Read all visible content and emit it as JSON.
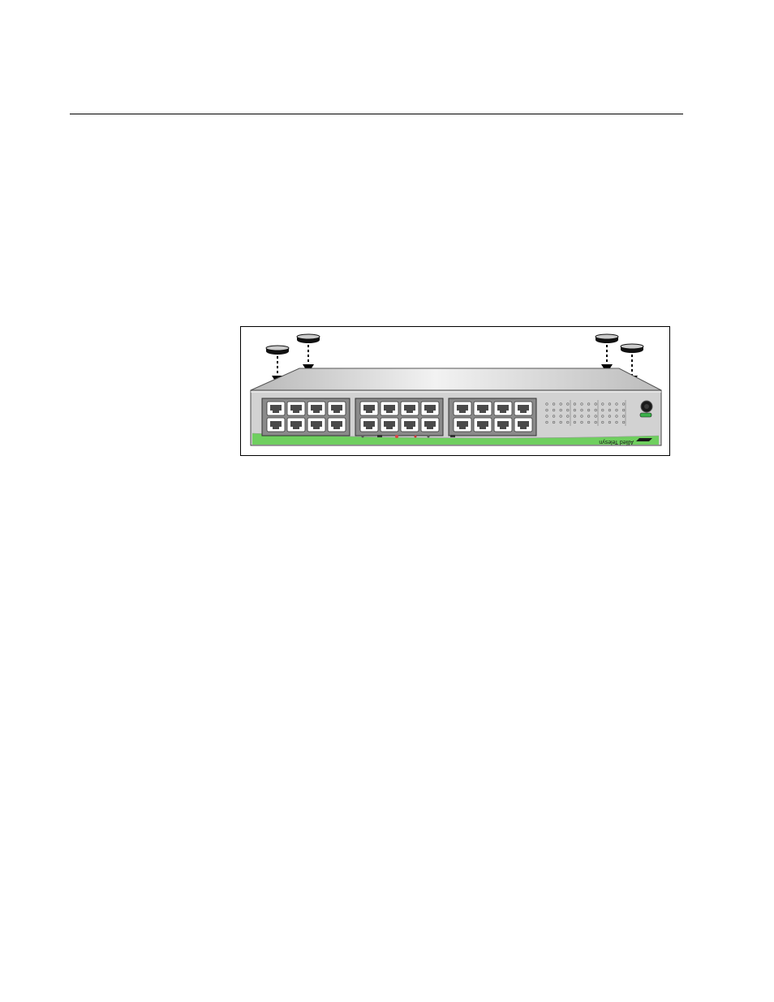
{
  "figure": {
    "device": "rack-switch-front-view",
    "port_count": 24,
    "rubber_feet_count": 4,
    "brand_text": "Allied Telesyn",
    "colors": {
      "chassis_top": "#d6d6d6",
      "chassis_front": "#cfcfcf",
      "port_panel": "#8a8a8a",
      "port_socket": "#ffffff",
      "port_cavity": "#4a4a4a",
      "accent_stripe": "#6fcf5f",
      "outline": "#000000"
    },
    "icons": [
      "rubber-foot-icon",
      "down-arrow-icon",
      "ethernet-port-icon",
      "power-socket-icon",
      "brand-logo-icon"
    ]
  }
}
